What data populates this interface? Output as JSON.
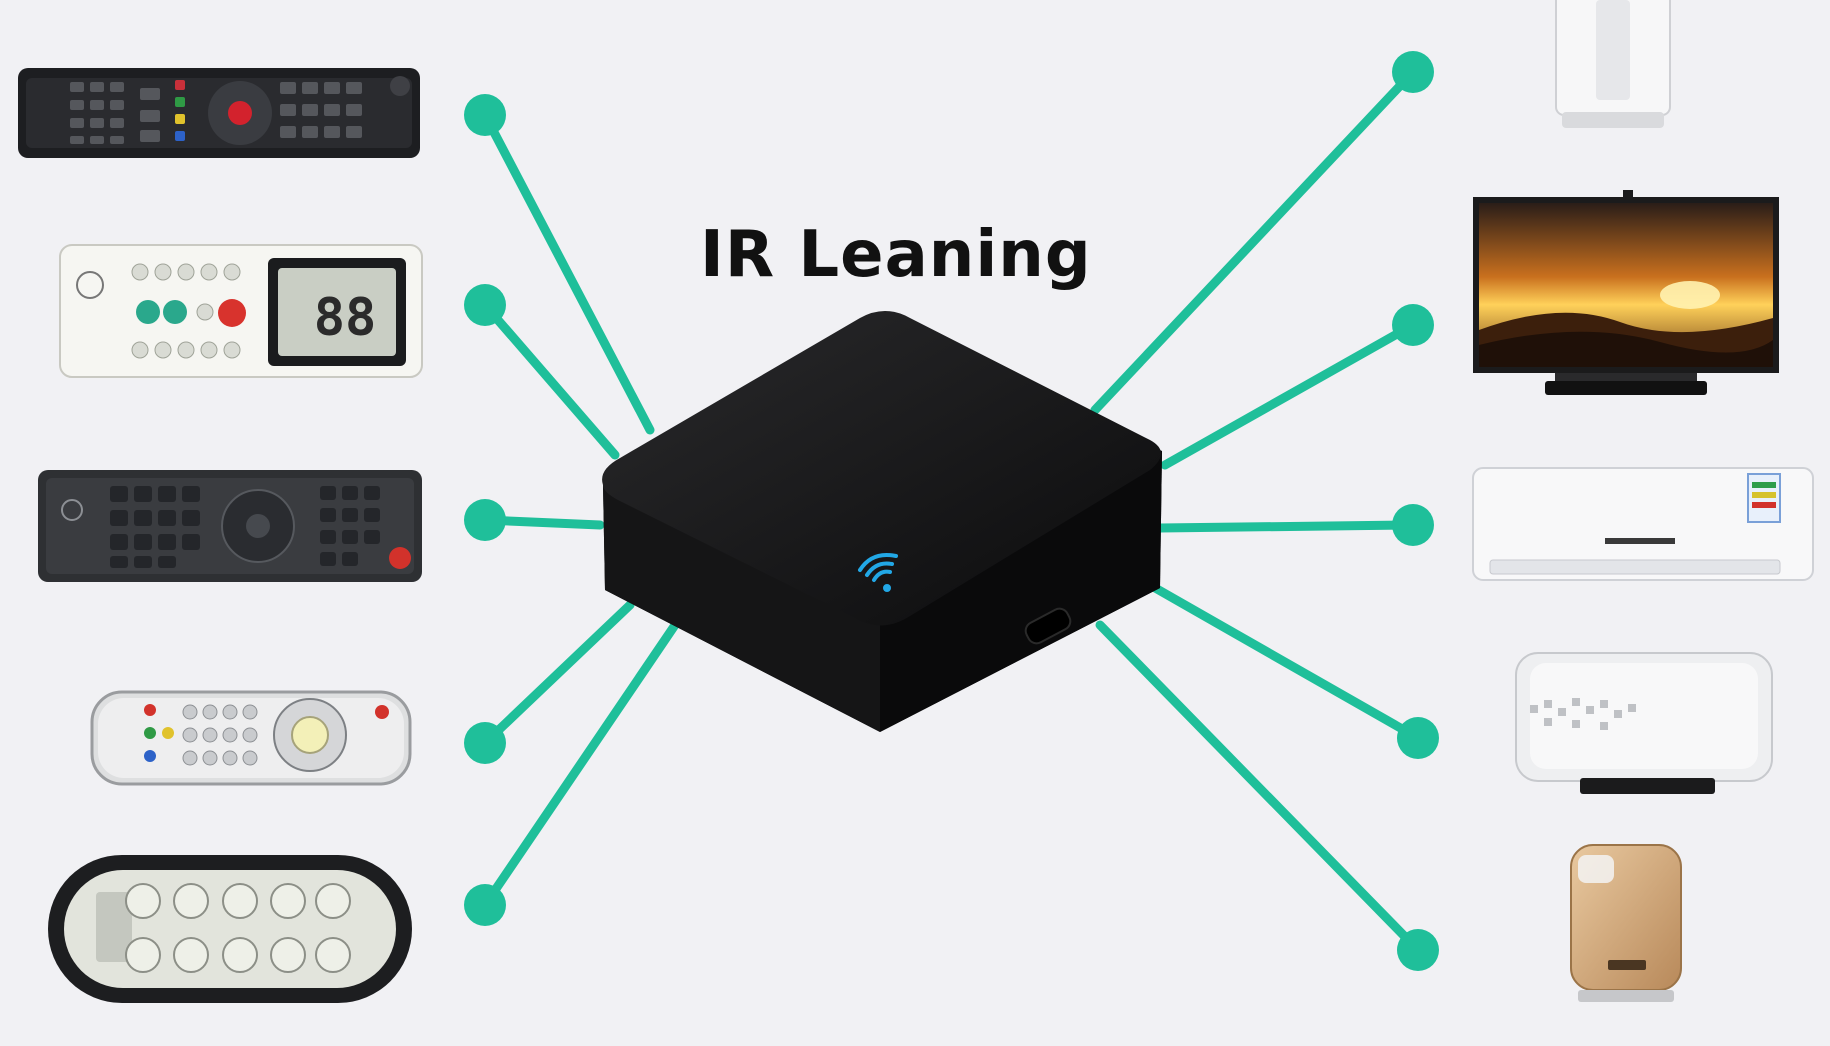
{
  "title": "IR Leaning",
  "colors": {
    "background": "#f1f1f4",
    "connector": "#1fbf9a",
    "hub": "#121212",
    "wifi_led": "#22a8e6"
  },
  "hub": {
    "name": "ir-blaster-hub",
    "icon": "wifi-icon"
  },
  "left_devices": [
    {
      "name": "tv-remote-long",
      "icon": "remote-control-icon"
    },
    {
      "name": "ac-remote-white",
      "icon": "remote-control-icon"
    },
    {
      "name": "set-top-box-remote",
      "icon": "remote-control-icon"
    },
    {
      "name": "cable-remote-silver",
      "icon": "remote-control-icon"
    },
    {
      "name": "fan-remote-oval",
      "icon": "remote-control-icon"
    }
  ],
  "right_devices": [
    {
      "name": "air-purifier-tower",
      "icon": "air-purifier-icon"
    },
    {
      "name": "television",
      "icon": "tv-icon"
    },
    {
      "name": "air-conditioner",
      "icon": "air-conditioner-icon"
    },
    {
      "name": "water-heater",
      "icon": "water-heater-icon"
    },
    {
      "name": "air-purifier-gold",
      "icon": "air-purifier-icon"
    }
  ]
}
